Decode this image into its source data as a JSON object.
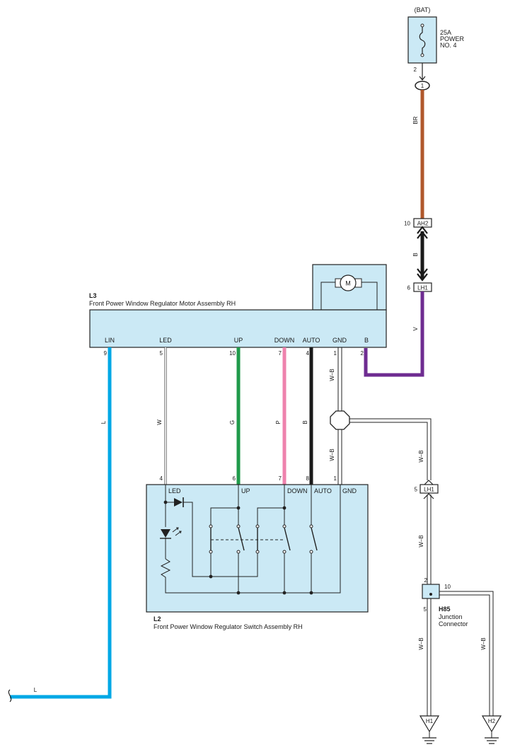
{
  "fuse": {
    "source": "(BAT)",
    "rating": "25A",
    "name_line1": "POWER",
    "name_line2": "NO. 4",
    "pin": "2"
  },
  "inline_connector": {
    "pin": "1"
  },
  "motor": {
    "code": "L3",
    "name": "Front Power Window Regulator Motor Assembly RH",
    "symbol": "M",
    "terminals": [
      "LIN",
      "LED",
      "UP",
      "DOWN",
      "AUTO",
      "GND",
      "B"
    ],
    "pins": [
      "9",
      "5",
      "10",
      "7",
      "4",
      "1",
      "2"
    ]
  },
  "switch": {
    "code": "L2",
    "name": "Front Power Window Regulator Switch Assembly RH",
    "terminals": [
      "LED",
      "UP",
      "DOWN",
      "AUTO",
      "GND"
    ],
    "pins": [
      "4",
      "6",
      "7",
      "8",
      "1"
    ]
  },
  "connectors": {
    "ah2": {
      "label": "AH2",
      "pin": "10"
    },
    "lh1_top": {
      "label": "LH1",
      "pin": "6"
    },
    "lh1_mid": {
      "label": "LH1",
      "pin": "5"
    }
  },
  "junction": {
    "code": "H85",
    "line1": "Junction",
    "line2": "Connector",
    "pins": [
      "2",
      "10",
      "5"
    ]
  },
  "grounds": [
    "H1",
    "H2"
  ],
  "wire_colors": {
    "BR": "#b0582c",
    "B": "#1a1a1a",
    "V": "#6e2c91",
    "L": "#00a8e6",
    "W": "#ffffff",
    "G": "#1f9a4a",
    "P": "#ee82ad",
    "W-B": "#ffffff"
  },
  "wire_labels": {
    "br": "BR",
    "b_top": "B",
    "v": "V",
    "l_vert": "L",
    "l_bottom": "L",
    "w": "W",
    "g": "G",
    "p": "P",
    "b_mid": "B",
    "wb_top": "W–B",
    "wb_mid": "W–B",
    "wb_right1": "W–B",
    "wb_right2": "W–B",
    "wb_right3": "W–B",
    "wb_right4": "W–B"
  }
}
